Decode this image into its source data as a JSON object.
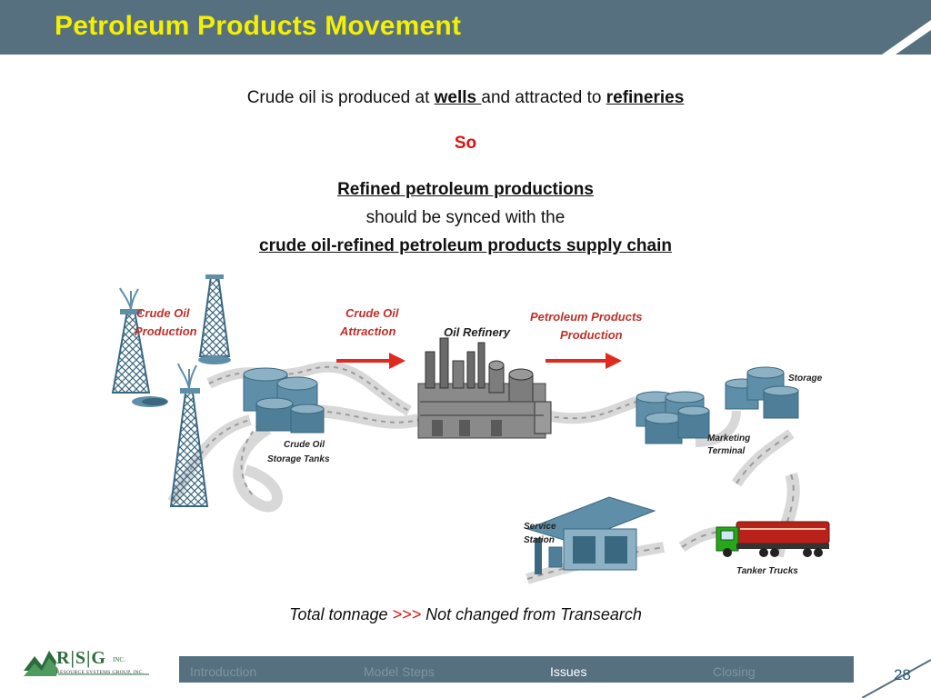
{
  "header": {
    "title": "Petroleum Products Movement"
  },
  "intro": {
    "line1_prefix": "Crude oil is produced at ",
    "line1_wells": "wells ",
    "line1_mid": "and attracted to ",
    "line1_refineries": "refineries",
    "so": "So",
    "refined": "Refined petroleum productions",
    "synced": "should be synced with the",
    "chain": "crude oil-refined petroleum products supply chain"
  },
  "diagram": {
    "crude_oil_production": [
      "Crude Oil",
      "Production"
    ],
    "crude_oil_attraction": [
      "Crude Oil",
      "Attraction"
    ],
    "oil_refinery": "Oil Refinery",
    "petroleum_products_production": [
      "Petroleum Products",
      "Production"
    ],
    "crude_oil_storage_tanks": [
      "Crude Oil",
      "Storage Tanks"
    ],
    "storage": "Storage",
    "marketing_terminal": [
      "Marketing",
      "Terminal"
    ],
    "service_station": [
      "Service",
      "Station"
    ],
    "tanker_trucks": "Tanker Trucks",
    "colors": {
      "equipment": "#5f8ea8",
      "equipment_dark": "#3a6880",
      "label_red": "#c0302a",
      "arrow": "#e02a20",
      "refinery_gray": "#7a7a7a"
    }
  },
  "footer_note": {
    "prefix": "Total tonnage ",
    "arrows": ">>>",
    "suffix": " Not changed from Transearch"
  },
  "logo": {
    "letters": "R|S|G",
    "inc": "INC.",
    "subtitle": "RESOURCE SYSTEMS GROUP, INC."
  },
  "nav": {
    "items": [
      {
        "label": "Introduction",
        "active": false
      },
      {
        "label": "Model Steps",
        "active": false
      },
      {
        "label": "Issues",
        "active": true
      },
      {
        "label": "Closing",
        "active": false
      }
    ]
  },
  "page_number": "28",
  "theme": {
    "header_bg": "#56707f",
    "title_color": "#f5f000"
  }
}
